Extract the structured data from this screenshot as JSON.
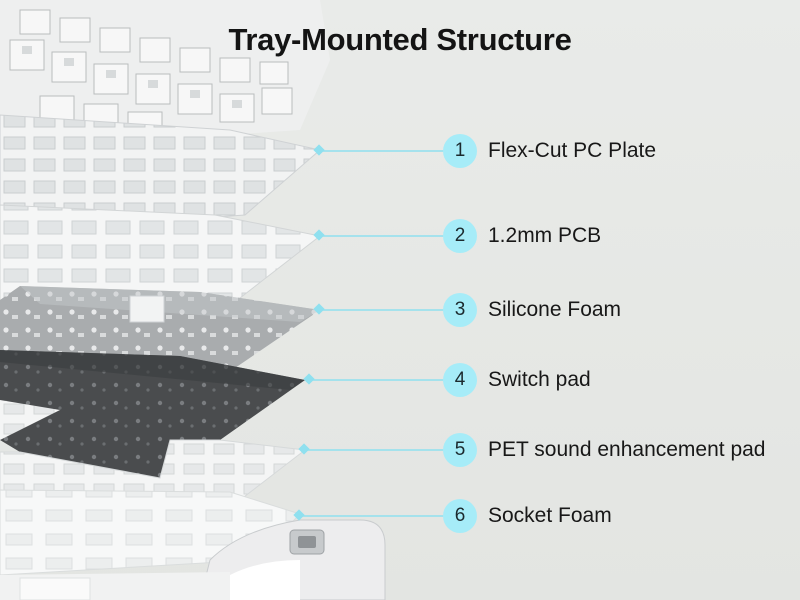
{
  "title": "Tray-Mounted Structure",
  "accent_color": "#a6ecf8",
  "leader_color": "#8fe0ef",
  "layers": [
    {
      "number": "1",
      "label": "Flex-Cut PC Plate"
    },
    {
      "number": "2",
      "label": "1.2mm PCB"
    },
    {
      "number": "3",
      "label": "Silicone Foam"
    },
    {
      "number": "4",
      "label": "Switch pad"
    },
    {
      "number": "5",
      "label": "PET sound enhancement pad"
    },
    {
      "number": "6",
      "label": "Socket Foam"
    }
  ]
}
